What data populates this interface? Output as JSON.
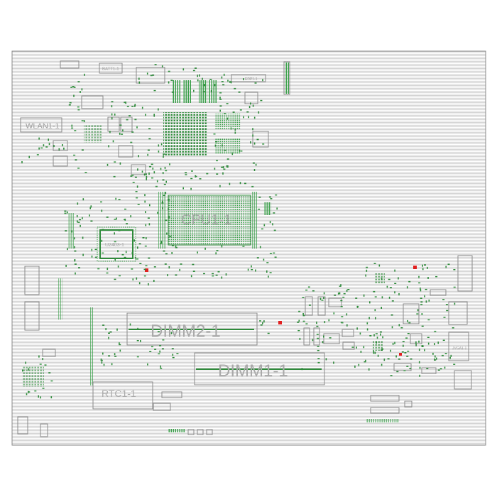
{
  "labels": {
    "cpu": "CPU1-1",
    "dimm2": "DIMM2-1",
    "dimm1": "DIMM1-1",
    "rtc": "RTC1-1",
    "wlan": "WLAN1-1",
    "u2403": "U2403-1",
    "batt": "BATT1-1",
    "edp": "EDP1-1",
    "jvga": "JVGA1-1"
  },
  "colors": {
    "board_background": "#ffffff",
    "trace_lines": "#cfcfcf",
    "component_pads": "#2e8b3a",
    "outline": "#8a8a8a",
    "label_text": "#9a9a9a",
    "marker_red": "#e02020"
  }
}
